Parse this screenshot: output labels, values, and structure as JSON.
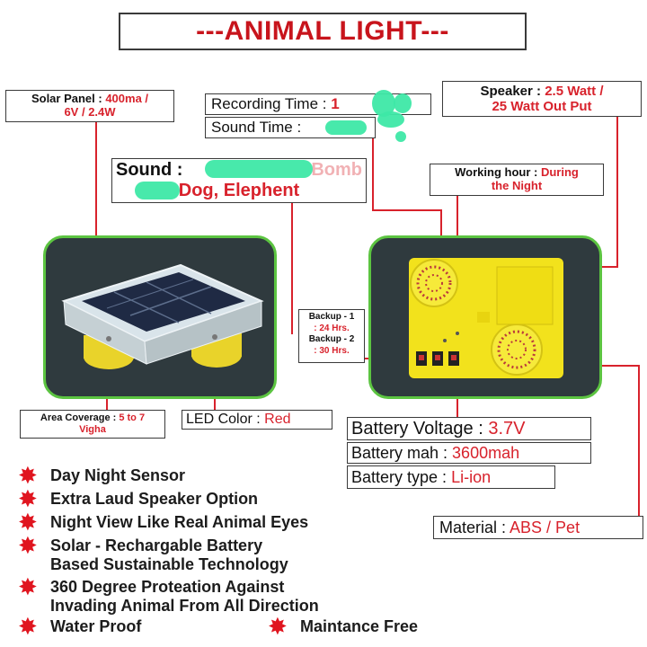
{
  "title": "---ANIMAL LIGHT---",
  "solar_panel": {
    "label": "Solar Panel : ",
    "value_line1": "400ma /",
    "value_line2": "6V / 2.4W"
  },
  "recording_time": {
    "label": "Recording Time : ",
    "value": "1"
  },
  "sound_time": {
    "label": "Sound Time : "
  },
  "speaker": {
    "label": "Speaker : ",
    "value_line1": "2.5 Watt /",
    "value_line2": "25 Watt Out Put"
  },
  "sound": {
    "label": "Sound : ",
    "value_line1": "Bomb",
    "value_line2": "Dog, Elephent"
  },
  "working_hour": {
    "label": "Working hour : ",
    "value_line1": "During",
    "value_line2": "the Night"
  },
  "backup1": {
    "label": "Backup - 1",
    "value": ": 24 Hrs."
  },
  "backup2": {
    "label": "Backup - 2",
    "value": ": 30 Hrs."
  },
  "area_coverage": {
    "label": "Area Coverage : ",
    "value_line1": "5 to 7",
    "value_line2": "Vigha"
  },
  "led_color": {
    "label": "LED Color : ",
    "value": "Red"
  },
  "battery_voltage": {
    "label": "Battery Voltage : ",
    "value": "3.7V"
  },
  "battery_mah": {
    "label": "Battery mah : ",
    "value": "3600mah"
  },
  "battery_type": {
    "label": "Battery type : ",
    "value": "Li-ion"
  },
  "material": {
    "label": "Material : ",
    "value": "ABS / Pet"
  },
  "features": [
    "Day Night Sensor",
    "Extra Laud Speaker Option",
    "Night View Like Real Animal Eyes",
    "Solar - Rechargable Battery",
    "Based Sustainable Technology",
    "360 Degree Proteation Against",
    "Invading Animal From All Direction",
    "Water Proof",
    "Maintance Free"
  ],
  "colors": {
    "accent_red": "#d8222c",
    "card_bg": "#2f3a3e",
    "card_border": "#5cc441",
    "device_yellow": "#f2e21c"
  },
  "icons": [
    "star-bullet-icon"
  ]
}
